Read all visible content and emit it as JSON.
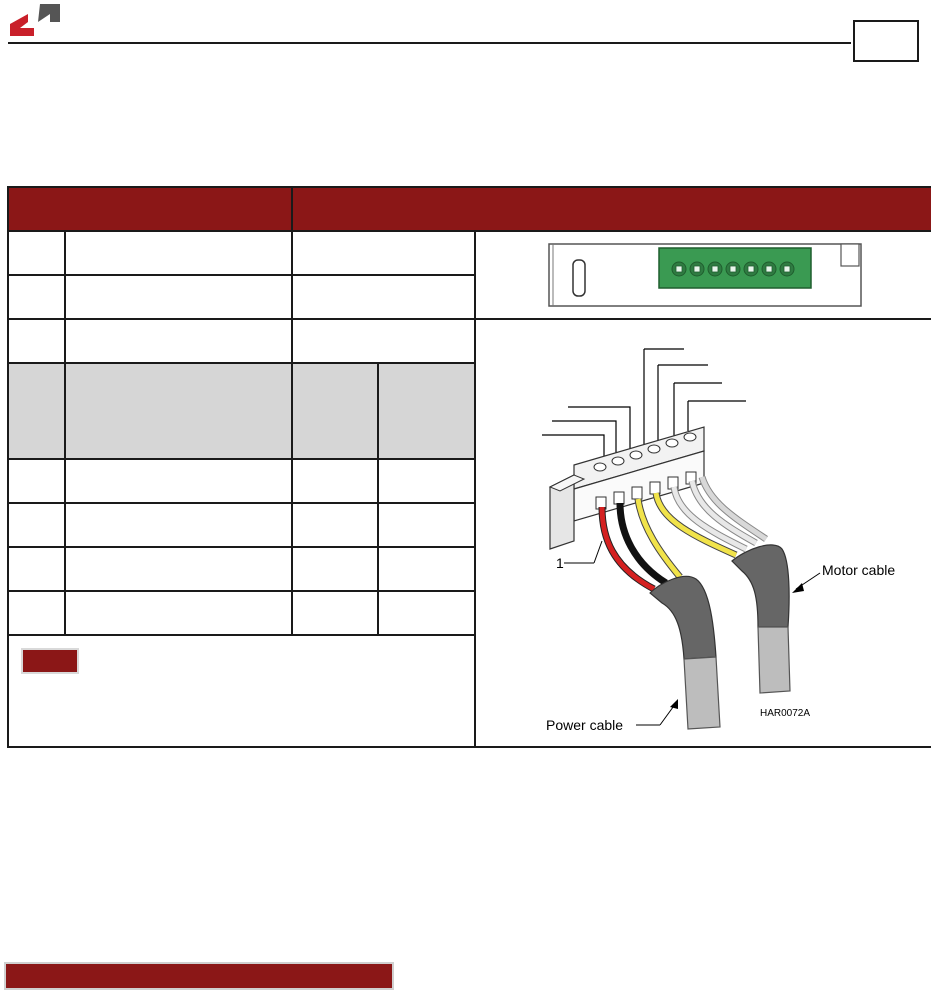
{
  "header": {
    "page_number": ""
  },
  "table": {
    "header_left": "",
    "header_right": "",
    "rows": [
      {
        "pin": "",
        "function": "",
        "value": ""
      },
      {
        "pin": "",
        "function": "",
        "value": ""
      },
      {
        "pin": "",
        "function": "",
        "value": ""
      }
    ],
    "subheader": {
      "pin": "",
      "function": "",
      "col3": "",
      "col4": ""
    },
    "sub_rows": [
      {
        "pin": "",
        "function": "",
        "col3": "",
        "col4": ""
      },
      {
        "pin": "",
        "function": "",
        "col3": "",
        "col4": ""
      },
      {
        "pin": "",
        "function": "",
        "col3": "",
        "col4": ""
      },
      {
        "pin": "",
        "function": "",
        "col3": "",
        "col4": ""
      }
    ],
    "note_label": "",
    "note_text": ""
  },
  "figure": {
    "pin_one_label": "1",
    "motor_cable_label": "Motor cable",
    "power_cable_label": "Power cable",
    "figure_code": "HAR0072A"
  },
  "colors": {
    "brand_red": "#8b1717",
    "connector_green": "#3a9a52",
    "shade_gray": "#d6d6d6"
  },
  "footer": {
    "bar_text": ""
  }
}
